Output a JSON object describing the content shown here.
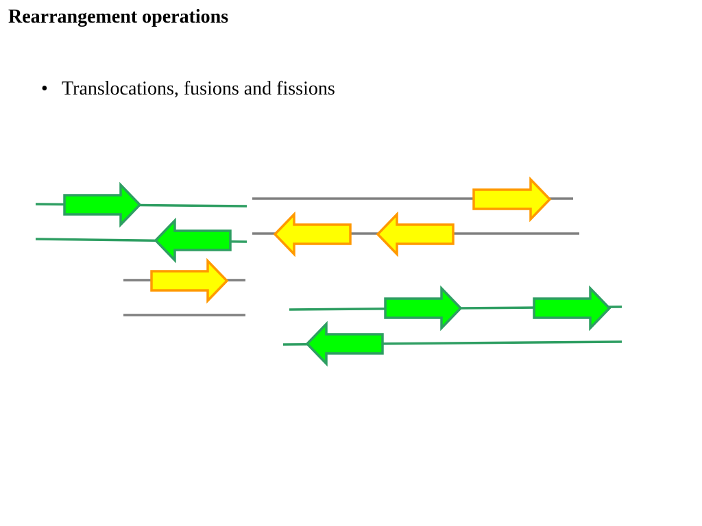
{
  "slide": {
    "title": "Rearrangement operations",
    "bullets": [
      {
        "marker": "•",
        "text": "Translocations, fusions and fissions"
      }
    ]
  },
  "colors": {
    "green_chromosome": "#2e9e62",
    "grey_chromosome": "#808080",
    "green_gene_fill": "#00ff00",
    "green_gene_stroke": "#2e9e62",
    "yellow_gene_fill": "#ffff00",
    "yellow_gene_stroke": "#ff9900"
  },
  "diagram": {
    "chromosomes": [
      {
        "name": "green-chromosome-1",
        "color": "green"
      },
      {
        "name": "green-chromosome-2",
        "color": "green"
      },
      {
        "name": "grey-chromosome-1",
        "color": "grey"
      },
      {
        "name": "grey-chromosome-2",
        "color": "grey"
      },
      {
        "name": "grey-chromosome-3",
        "color": "grey"
      },
      {
        "name": "grey-chromosome-4",
        "color": "grey"
      },
      {
        "name": "green-chromosome-3",
        "color": "green"
      },
      {
        "name": "green-chromosome-4",
        "color": "green"
      }
    ],
    "genes": [
      {
        "name": "green-gene-1",
        "color": "green",
        "direction": "right"
      },
      {
        "name": "green-gene-2",
        "color": "green",
        "direction": "left"
      },
      {
        "name": "yellow-gene-1",
        "color": "yellow",
        "direction": "right"
      },
      {
        "name": "yellow-gene-2",
        "color": "yellow",
        "direction": "right"
      },
      {
        "name": "yellow-gene-3",
        "color": "yellow",
        "direction": "left"
      },
      {
        "name": "yellow-gene-4",
        "color": "yellow",
        "direction": "left"
      },
      {
        "name": "green-gene-3",
        "color": "green",
        "direction": "right"
      },
      {
        "name": "green-gene-4",
        "color": "green",
        "direction": "right"
      },
      {
        "name": "green-gene-5",
        "color": "green",
        "direction": "left"
      }
    ]
  }
}
